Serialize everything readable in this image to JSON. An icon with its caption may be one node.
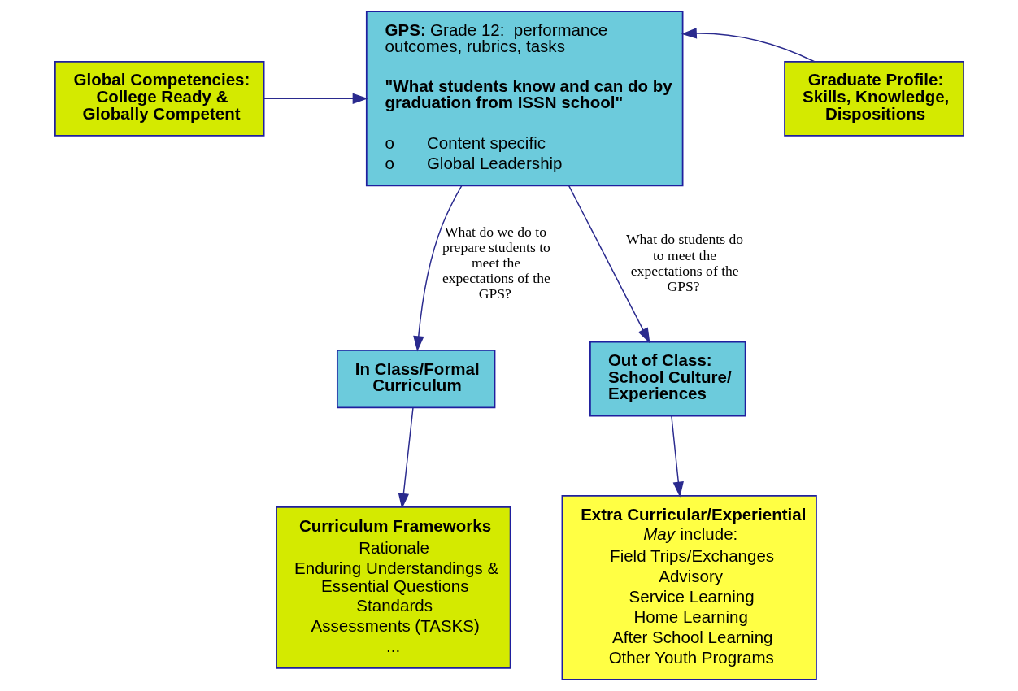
{
  "diagram": {
    "nodes": [
      {
        "text": [
          "Global Competencies: College Ready & Globally Competent"
        ]
      },
      {
        "text": [
          "**GPS:** Grade 12:  performance outcomes, rubrics, tasks",
          "\"What students know and can do by graduation from ISSN school\"",
          "o       Content specific",
          "o       Global Leadership"
        ]
      },
      {
        "text": [
          "Graduate Profile: Skills, Knowledge, Dispositions"
        ]
      },
      {
        "text": [
          "In Class/Formal Curriculum"
        ]
      },
      {
        "text": [
          "Out of Class: School Culture/ Experiences"
        ]
      },
      {
        "text": [
          "Curriculum Frameworks",
          "Rationale",
          "Enduring Understandings & Essential Questions",
          "Standards",
          "Assessments (TASKS)",
          "..."
        ]
      },
      {
        "text": [
          "Extra Curricular/Experiential",
          "*May* include:",
          "Field Trips/Exchanges",
          "Advisory",
          "Service Learning",
          "Home Learning",
          "After School Learning",
          "Other Youth Programs"
        ]
      }
    ],
    "edges": [
      {
        "from": 0,
        "to": 1,
        "arrow": "to"
      },
      {
        "from": 2,
        "to": 1,
        "arrow": "to"
      },
      {
        "from": 1,
        "to": 3,
        "arrow": "to",
        "label": "What do we do to prepare students to meet the expectations of the GPS?"
      },
      {
        "from": 1,
        "to": 4,
        "arrow": "to",
        "label": "What do students do to meet the expectations of the GPS?"
      },
      {
        "from": 3,
        "to": 5,
        "arrow": "to"
      },
      {
        "from": 4,
        "to": 6,
        "arrow": "to"
      }
    ]
  }
}
